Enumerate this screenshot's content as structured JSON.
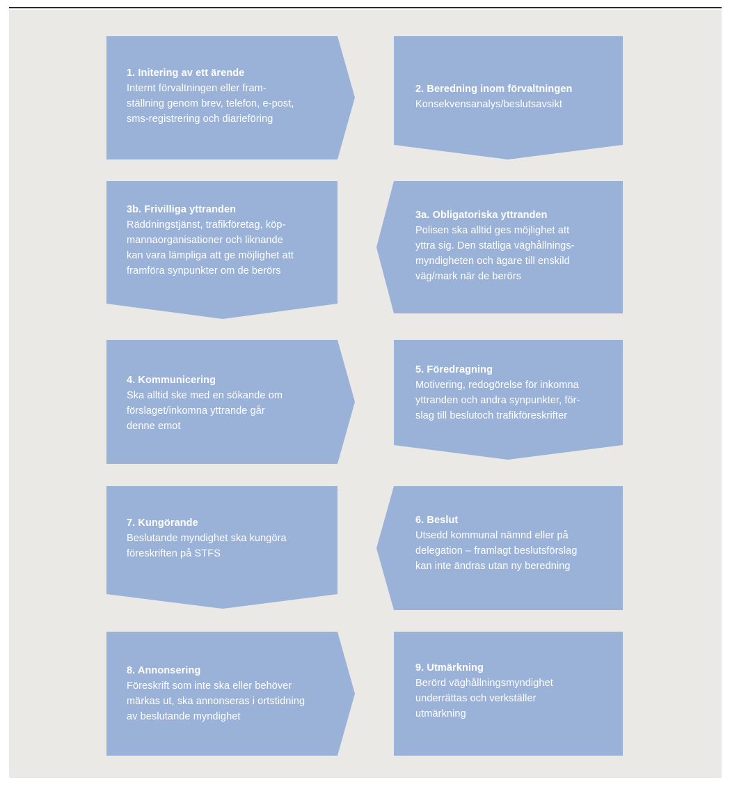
{
  "colors": {
    "shape_fill": "#9ab1d8",
    "text": "#ffffff",
    "background": "#ebe9e5"
  },
  "steps": [
    {
      "id": "1",
      "title": "1. Initering av ett ärende",
      "text": "Internt förvaltningen eller fram-\nställning genom brev, telefon, e-post,\nsms-registrering och diarieföring"
    },
    {
      "id": "2",
      "title": "2. Beredning inom förvaltningen",
      "text": "Konsekvensanalys/beslutsavsikt"
    },
    {
      "id": "3b",
      "title": "3b. Frivilliga yttranden",
      "text": "Räddningstjänst, trafikföretag, köp-\nmannaorganisationer och liknande\nkan vara lämpliga att ge möjlighet att\nframföra synpunkter om de berörs"
    },
    {
      "id": "3a",
      "title": "3a. Obligatoriska yttranden",
      "text": "Polisen ska alltid ges möjlighet att\nyttra sig. Den statliga väghållnings-\nmyndigheten och ägare till enskild\nväg/mark när de berörs"
    },
    {
      "id": "4",
      "title": "4. Kommunicering",
      "text": "Ska alltid ske med en sökande om\nförslaget/inkomna yttrande går\ndenne emot"
    },
    {
      "id": "5",
      "title": "5. Föredragning",
      "text": "Motivering, redogörelse för inkomna\nyttranden och andra synpunkter, för-\nslag till beslutoch trafikföreskrifter"
    },
    {
      "id": "7",
      "title": "7. Kungörande",
      "text": "Beslutande myndighet ska kungöra\nföreskriften på STFS"
    },
    {
      "id": "6",
      "title": "6. Beslut",
      "text": "Utsedd kommunal nämnd eller på\ndelegation – framlagt beslutsförslag\nkan inte ändras utan ny beredning"
    },
    {
      "id": "8",
      "title": "8. Annonsering",
      "text": "Föreskrift som inte ska eller behöver\nmärkas ut, ska annonseras i ortstidning\nav beslutande myndighet"
    },
    {
      "id": "9",
      "title": "9. Utmärkning",
      "text": "Berörd väghållningsmyndighet\nunderrättas och verkställer\nutmärkning"
    }
  ]
}
